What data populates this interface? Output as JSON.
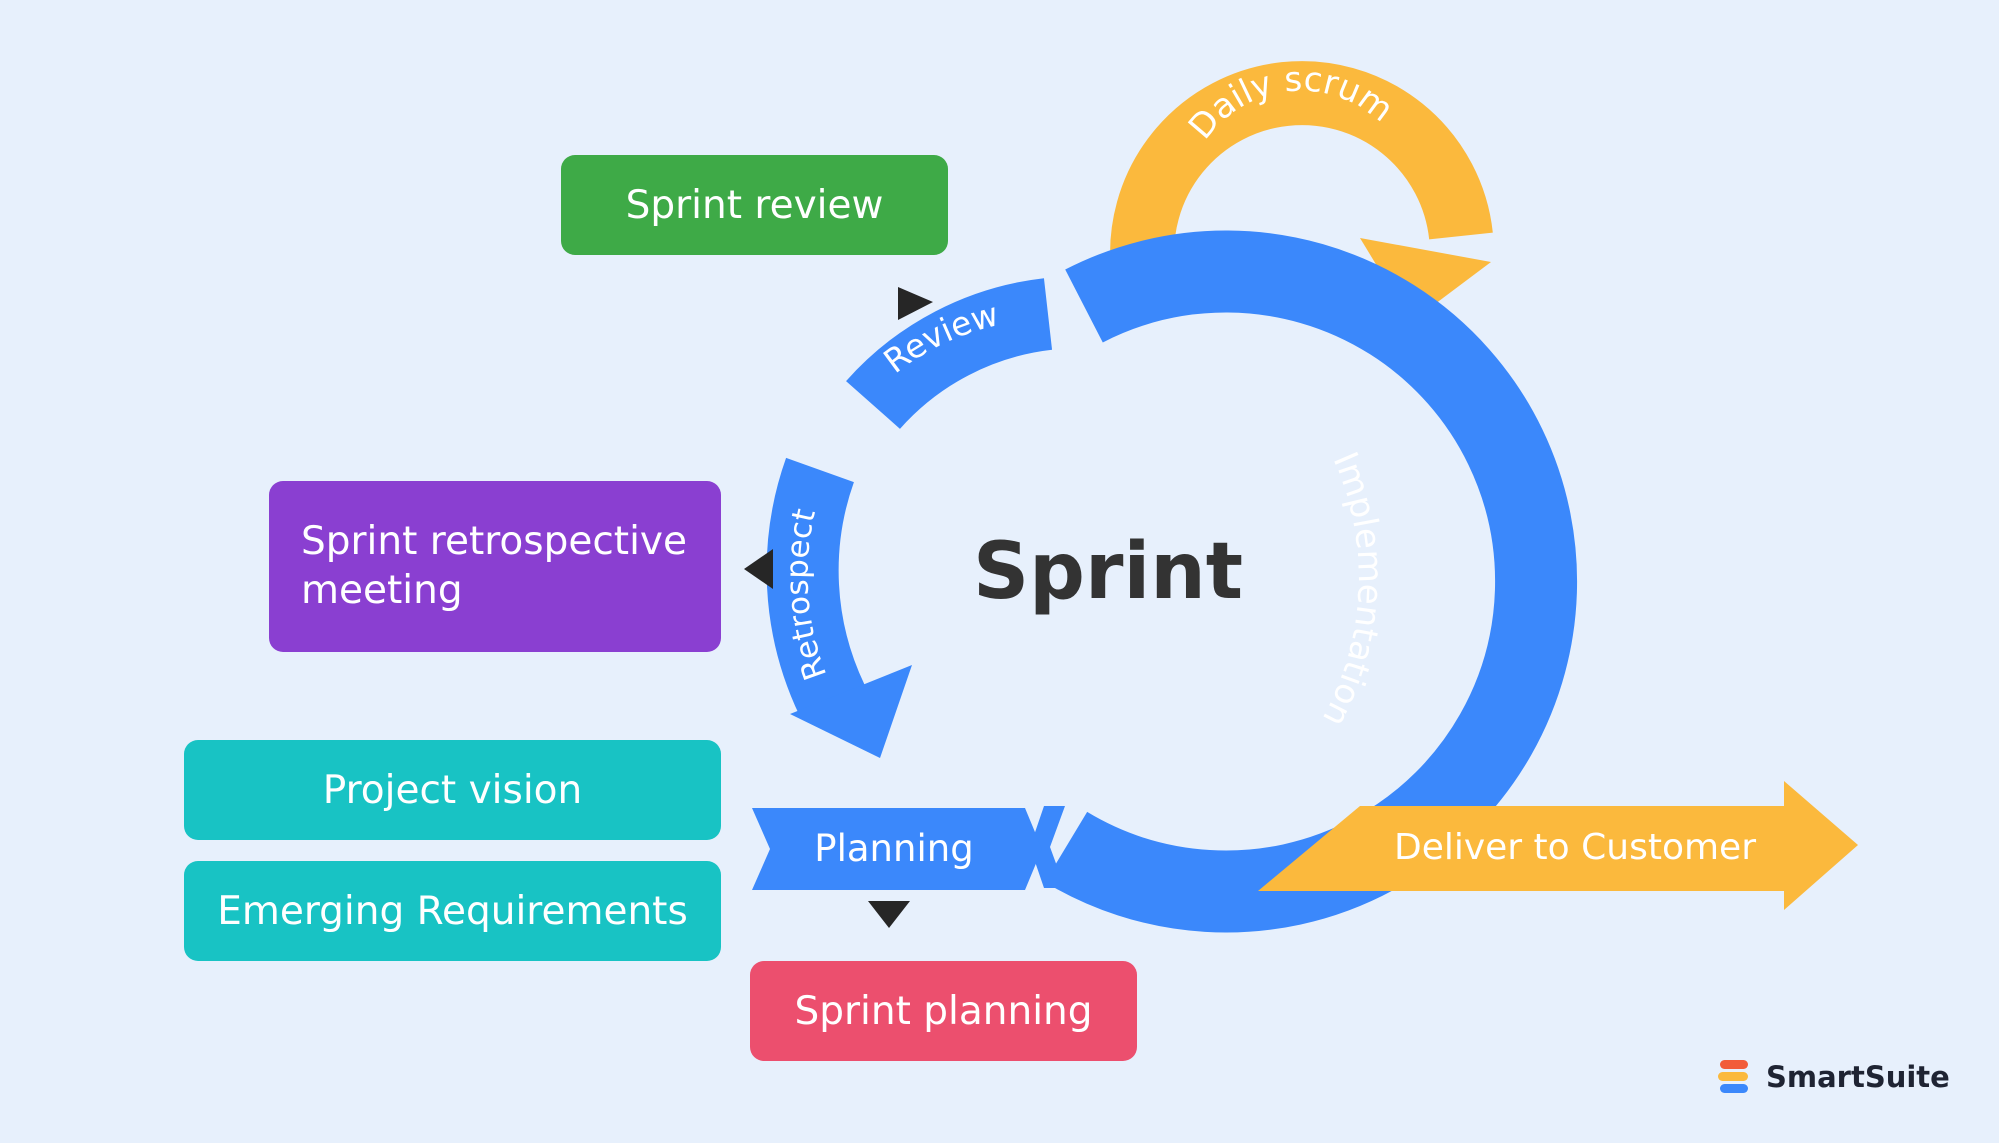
{
  "title": "Sprint",
  "colors": {
    "background": "#e7f0fc",
    "blue": "#3b88fb",
    "orange": "#fbb93d",
    "green": "#3eaa47",
    "purple": "#8a3fd1",
    "teal": "#18c3c4",
    "red": "#ec4f6e",
    "dark": "#333333"
  },
  "stages": {
    "review": "Review",
    "retrospect": "Retrospect",
    "planning": "Planning",
    "implementation": "Implementation"
  },
  "daily_scrum": "Daily scrum",
  "deliver": "Deliver to Customer",
  "cards": {
    "sprint_review": "Sprint review",
    "retrospective": "Sprint retrospective meeting",
    "project_vision": "Project vision",
    "emerging_requirements": "Emerging Requirements",
    "sprint_planning": "Sprint planning"
  },
  "brand": {
    "name": "SmartSuite",
    "logo_icon": "smartsuite-logo-icon"
  }
}
